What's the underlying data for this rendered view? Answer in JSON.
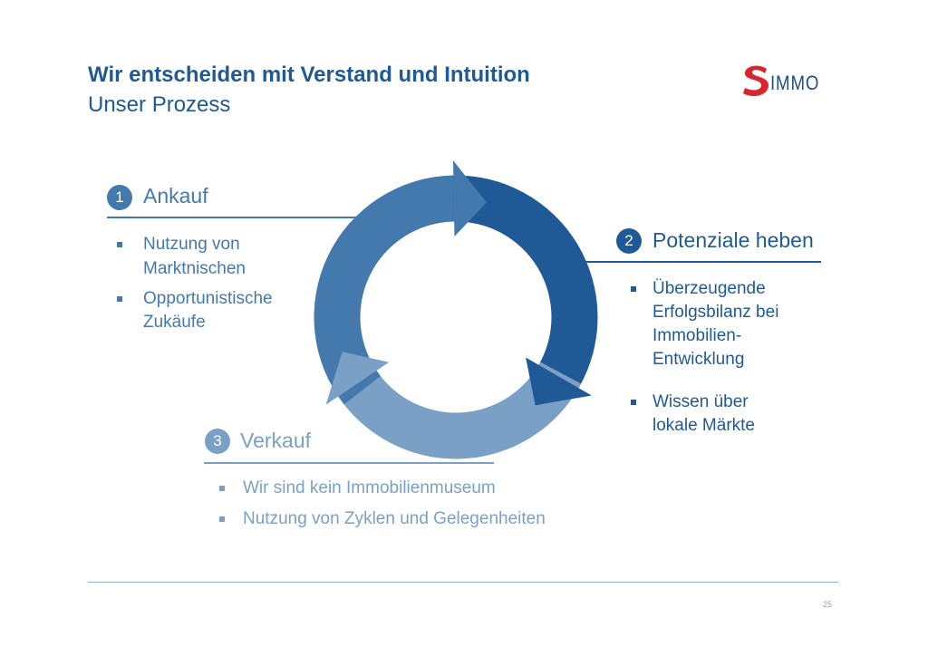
{
  "header": {
    "title": "Wir entscheiden mit Verstand und Intuition",
    "subtitle": "Unser Prozess",
    "logo_text": "IMMO",
    "logo_letter": "S"
  },
  "colors": {
    "step1": "#4479AE",
    "step2": "#1F5A96",
    "step3": "#7AA0C6",
    "logo_red": "#D7262F"
  },
  "steps": [
    {
      "number": "1",
      "title": "Ankauf",
      "bullets": [
        "Nutzung von",
        "Marktnischen",
        "Opportunistische",
        "Zukäufe"
      ]
    },
    {
      "number": "2",
      "title": "Potenziale heben",
      "bullets": [
        "Überzeugende",
        "Erfolgsbilanz bei",
        "Immobilien-",
        "Entwicklung",
        "Wissen über",
        "lokale Märkte"
      ]
    },
    {
      "number": "3",
      "title": "Verkauf",
      "bullets": [
        "Wir sind kein Immobilienmuseum",
        "Nutzung von Zyklen und Gelegenheiten"
      ]
    }
  ],
  "footer": {
    "page_number": "25"
  }
}
